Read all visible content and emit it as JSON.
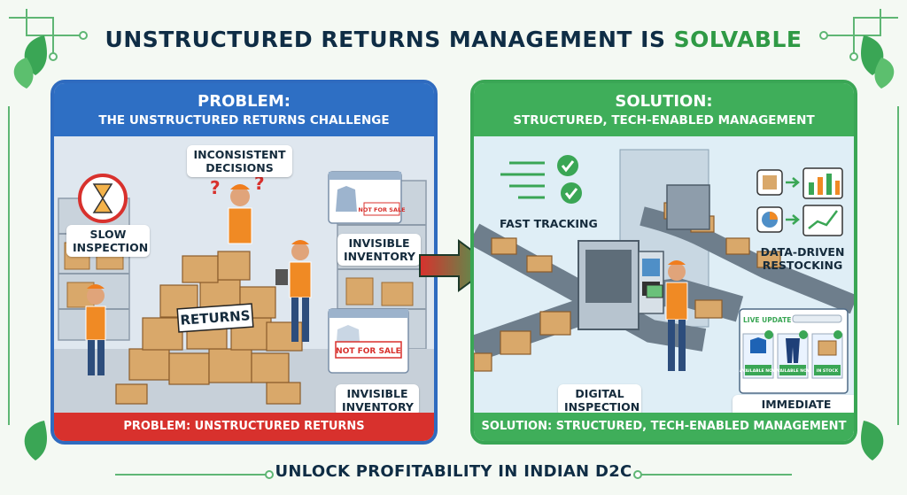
{
  "title": {
    "main": "UNSTRUCTURED RETURNS MANAGEMENT IS ",
    "accent": "SOLVABLE"
  },
  "footer": "UNLOCK PROFITABILITY IN INDIAN D2C",
  "colors": {
    "problem": "#2e6fc4",
    "solution": "#3fae5a",
    "alert": "#d8312d",
    "title": "#0f2d45"
  },
  "problem": {
    "title": "PROBLEM:",
    "subtitle": "THE UNSTRUCTURED RETURNS CHALLENGE",
    "labels": {
      "slow": "SLOW INSPECTION",
      "inconsistent": "INCONSISTENT DECISIONS",
      "invisible_1": "INVISIBLE INVENTORY",
      "invisible_2": "INVISIBLE INVENTORY",
      "returns": "RETURNS",
      "not_for_sale_small": "NOT FOR SALE",
      "not_for_sale_large": "NOT FOR SALE"
    },
    "footer": "PROBLEM: UNSTRUCTURED RETURNS"
  },
  "solution": {
    "title": "SOLUTION:",
    "subtitle": "STRUCTURED, TECH-ENABLED MANAGEMENT",
    "labels": {
      "fast": "FAST TRACKING",
      "data": "DATA-DRIVEN RESTOCKING",
      "digital": "DIGITAL INSPECTION",
      "immediate": "IMMEDIATE INVENTORY UPDATE"
    },
    "live": {
      "title": "LIVE UPDATE",
      "items": [
        "AVAILABLE NOW",
        "AVAILABLE NOW",
        "IN STOCK"
      ]
    },
    "footer": "SOLUTION: STRUCTURED, TECH-ENABLED MANAGEMENT"
  }
}
